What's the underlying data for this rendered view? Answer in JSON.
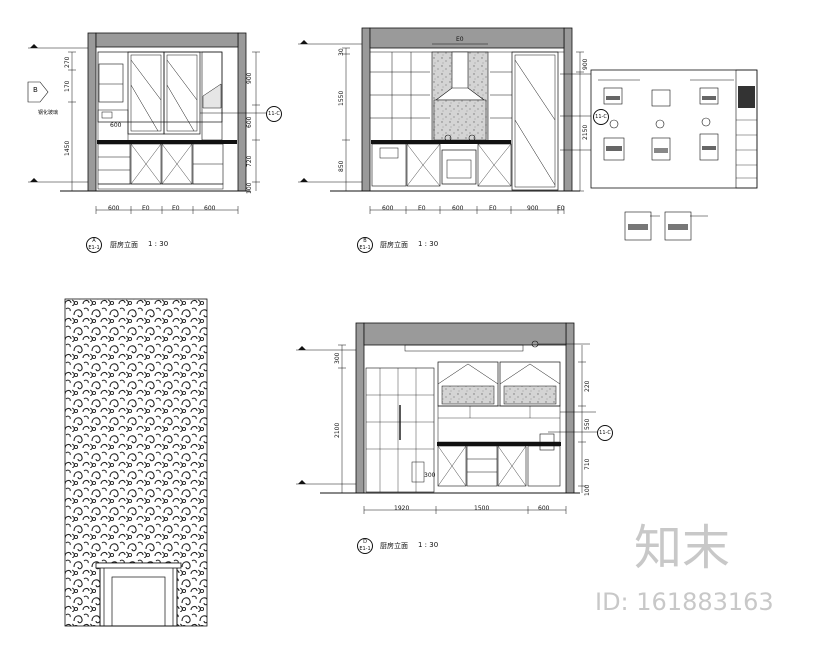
{
  "elevation_A": {
    "tag_letter": "A",
    "tag_ref": "E1-1",
    "title": "厨房立面",
    "scale": "1 : 30",
    "bottom_dims": [
      "600",
      "E0",
      "E0",
      "600"
    ],
    "left_dims": [
      "270",
      "170",
      "1450"
    ],
    "right_dims": [
      "900",
      "600",
      "720",
      "100"
    ],
    "side_marker": "B",
    "detail_tag": "11-C",
    "inner_dim": "600",
    "note": "钢化玻璃"
  },
  "elevation_B": {
    "tag_letter": "B",
    "tag_ref": "E1-1",
    "title": "厨房立面",
    "scale": "1 : 30",
    "top_dim": "E0",
    "bottom_dims": [
      "600",
      "E0",
      "600",
      "E0",
      "900",
      "E0"
    ],
    "left_dims": [
      "30",
      "1550",
      "850"
    ],
    "right_dims": [
      "900",
      "2150"
    ],
    "detail_tag": "11-C"
  },
  "elevation_D": {
    "tag_letter": "D",
    "tag_ref": "E1-1",
    "title": "厨房立面",
    "scale": "1 : 30",
    "bottom_dims": [
      "1920",
      "1500",
      "600"
    ],
    "left_dims": [
      "300",
      "2100"
    ],
    "right_dims": [
      "220",
      "550",
      "710",
      "100"
    ],
    "inner_dim": "300",
    "detail_tag": "11-C"
  },
  "watermark": {
    "logo_text": "知末",
    "id_text": "ID: 161883163"
  },
  "colors": {
    "line": "#111111",
    "hatch": "#777777",
    "wall": "#9a9a9a",
    "watermark": "#c8c8c8"
  }
}
